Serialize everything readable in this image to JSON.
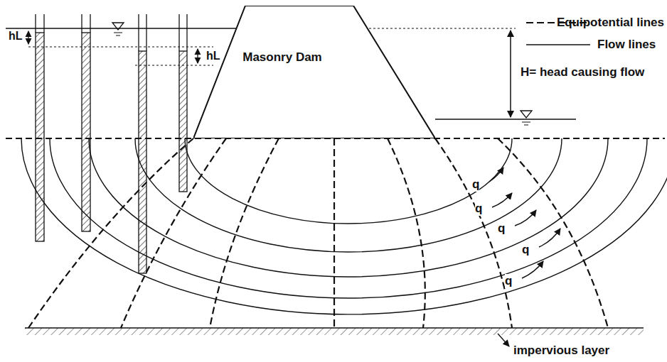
{
  "diagram": {
    "nodes": [
      {
        "text": [
          "Masonry Dam"
        ]
      }
    ],
    "labels": [
      "hL",
      "hL",
      "H= head causing flow",
      "q",
      "q",
      "q",
      "q",
      "q",
      "impervious layer"
    ],
    "legend": [
      {
        "text": "Equipotential lines"
      },
      {
        "text": "Flow lines"
      }
    ]
  }
}
